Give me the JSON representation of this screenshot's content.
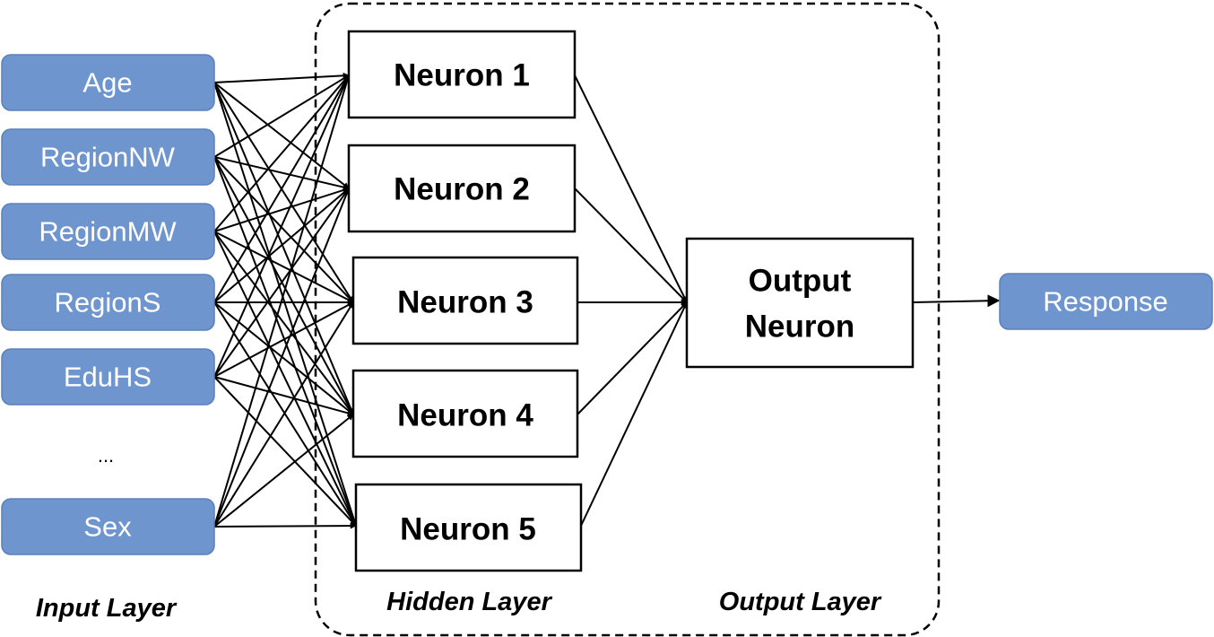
{
  "inputs": [
    "Age",
    "RegionNW",
    "RegionMW",
    "RegionS",
    "EduHS",
    "Sex"
  ],
  "ellipsis": "...",
  "hidden_neurons": [
    "Neuron 1",
    "Neuron 2",
    "Neuron 3",
    "Neuron 4",
    "Neuron 5"
  ],
  "output_neuron": [
    "Output",
    "Neuron"
  ],
  "response": "Response",
  "layer_labels": {
    "input": "Input Layer",
    "hidden": "Hidden Layer",
    "output": "Output Layer"
  },
  "colors": {
    "input_fill": "#6f95cf",
    "input_text": "#ffffff",
    "neuron_border": "#000000"
  }
}
